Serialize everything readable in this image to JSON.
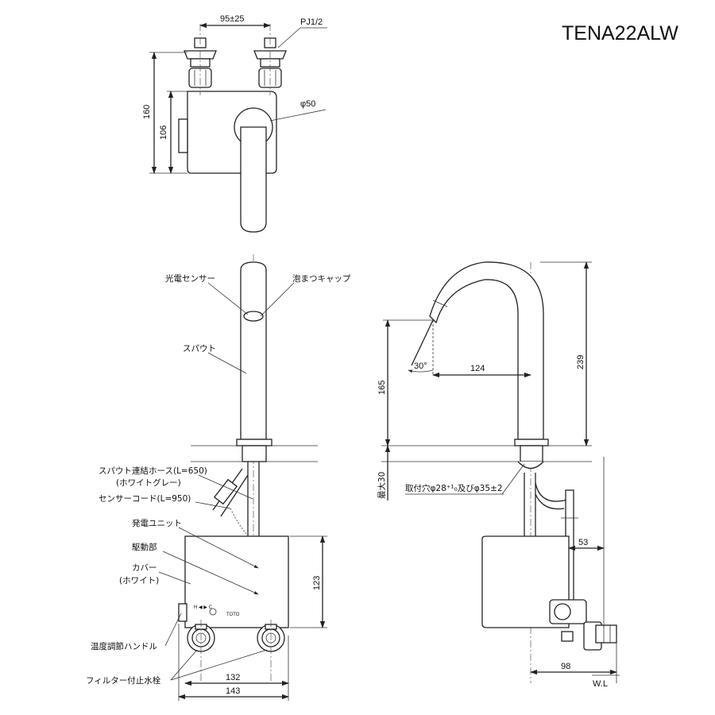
{
  "drawing": {
    "model_number": "TENA22ALW",
    "top_view": {
      "dim_inlet_spacing": "95±25",
      "dim_thread": "PJ1/2",
      "dim_height_total": "160",
      "dim_height_body": "106",
      "dim_spout_dia": "φ50"
    },
    "front_view": {
      "labels": {
        "photo_sensor": "光電センサー",
        "aerator_cap": "泡まつキャップ",
        "spout": "スパウト",
        "spout_hose": "スパウト連結ホース(L=650)",
        "spout_hose_color": "(ホワイトグレー)",
        "sensor_cord": "センサーコード(L=950)",
        "generator_unit": "発電ユニット",
        "drive_unit": "駆動部",
        "cover": "カバー",
        "cover_color": "(ホワイト)",
        "temp_handle": "温度調節ハンドル",
        "filter_valve": "フィルター付止水栓"
      },
      "dims": {
        "unit_height": "123",
        "width_inner": "132",
        "width_outer": "143"
      },
      "brand_mark": "TOTO"
    },
    "side_view": {
      "dims": {
        "spray_angle": "30°",
        "reach": "124",
        "height_total": "239",
        "height_outlet": "165",
        "counter_max": "最大30",
        "mount_hole": "取付穴φ28⁺¹₀及びφ35±2",
        "offset": "53",
        "depth": "98"
      },
      "water_line": "W.L"
    }
  }
}
